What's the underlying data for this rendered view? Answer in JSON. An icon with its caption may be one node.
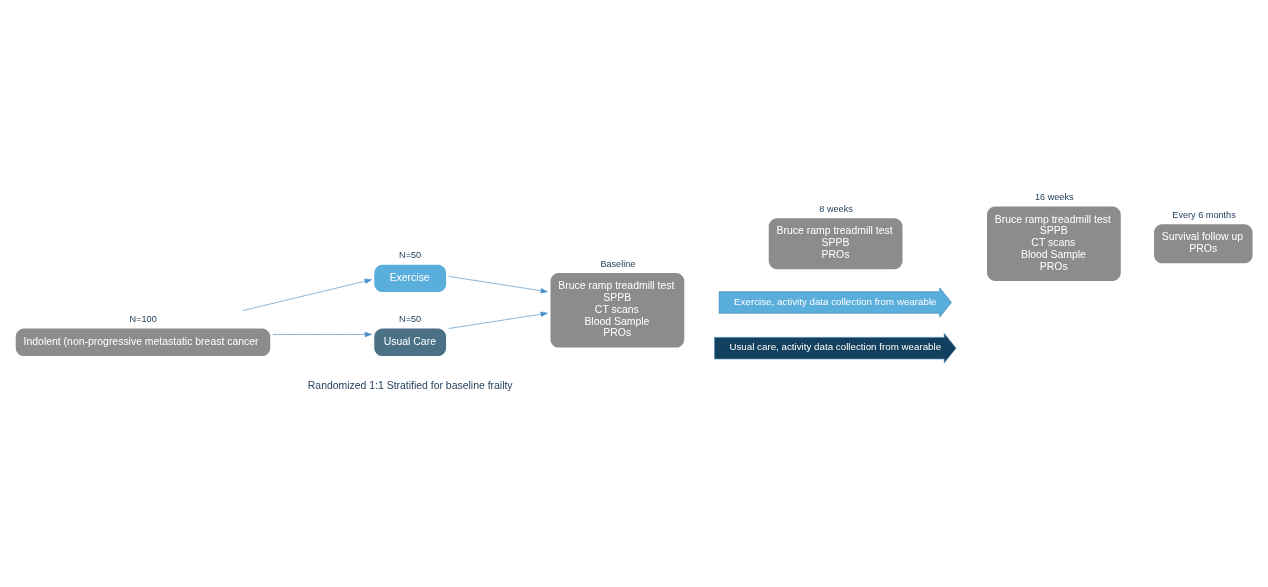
{
  "diagram": {
    "nodes": [
      {
        "text": [
          "Indolent (non-progressive metastatic breast cancer"
        ],
        "beside": [
          "N=100"
        ]
      },
      {
        "text": [
          "Exercise"
        ],
        "beside": [
          "N=50"
        ]
      },
      {
        "text": [
          "Usual Care"
        ],
        "beside": [
          "N=50"
        ]
      },
      {
        "text": [
          "Baseline",
          "Bruce ramp treadmill test",
          "SPPB",
          "CT scans",
          "Blood Sample",
          "PROs"
        ]
      },
      {
        "text": [
          "8 weeks",
          "Bruce ramp treadmill test",
          "SPPB",
          "PROs"
        ]
      },
      {
        "text": [
          "16 weeks",
          "Bruce ramp treadmill test",
          "SPPB",
          "CT scans",
          "Blood Sample",
          "PROs"
        ]
      },
      {
        "text": [
          "Every 6 months",
          "Survival follow up",
          "PROs"
        ]
      },
      {
        "text": [
          "Exercise, activity data collection from wearable"
        ]
      },
      {
        "text": [
          "Usual care, activity data collection from wearable"
        ]
      }
    ],
    "edges": [
      {
        "from": 0,
        "to": 1,
        "arrow": "to"
      },
      {
        "from": 0,
        "to": 2,
        "arrow": "to"
      },
      {
        "from": 1,
        "to": 3,
        "arrow": "to"
      },
      {
        "from": 2,
        "to": 3,
        "arrow": "to"
      }
    ],
    "labels": [
      "Randomized 1:1 Stratified for baseline frailty"
    ]
  }
}
